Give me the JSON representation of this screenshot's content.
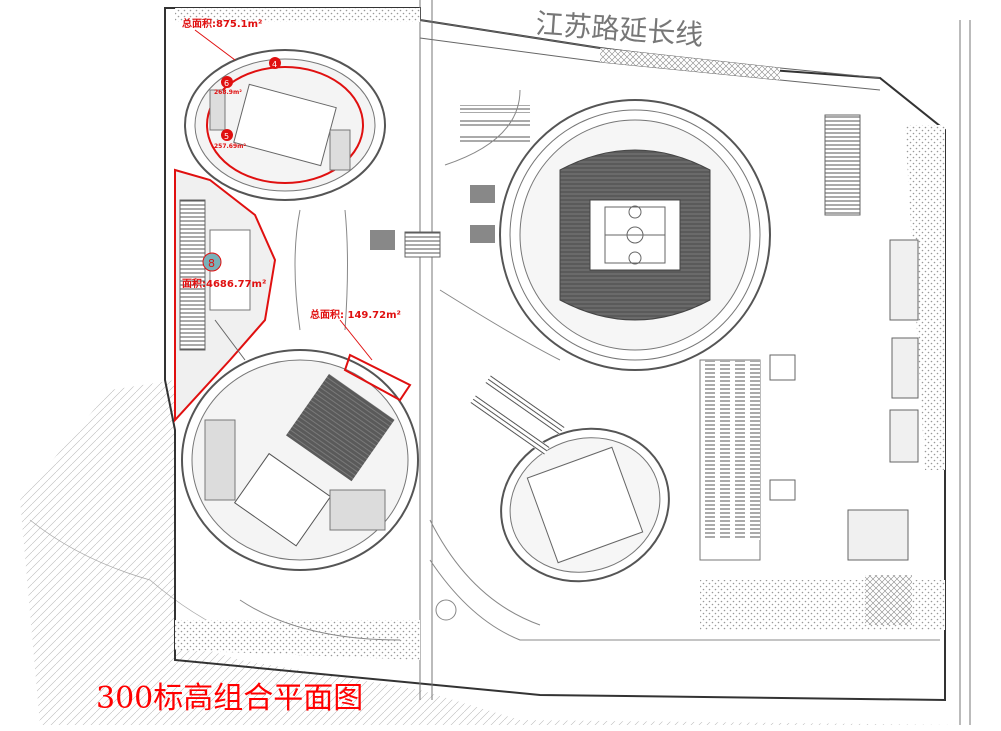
{
  "plan": {
    "road_label": "江苏路延长线",
    "title": "300标高组合平面图",
    "areas": [
      {
        "id": "north",
        "text": "总面积:875.1m²"
      },
      {
        "id": "middle",
        "text": "总面积: 149.72m²"
      },
      {
        "id": "west",
        "text": "面积:4686.77m²"
      }
    ],
    "small_labels": [
      {
        "id": "n4",
        "text": "4"
      },
      {
        "id": "n5",
        "text": "5"
      },
      {
        "id": "n6",
        "text": "6"
      },
      {
        "id": "n8",
        "text": "8"
      },
      {
        "id": "s5",
        "text": "268.9m²"
      },
      {
        "id": "s6",
        "text": "257.69m²"
      }
    ],
    "colors": {
      "line": "#555555",
      "red": "#e01010",
      "hatch": "#9a9a9a",
      "court": "#666666"
    }
  }
}
